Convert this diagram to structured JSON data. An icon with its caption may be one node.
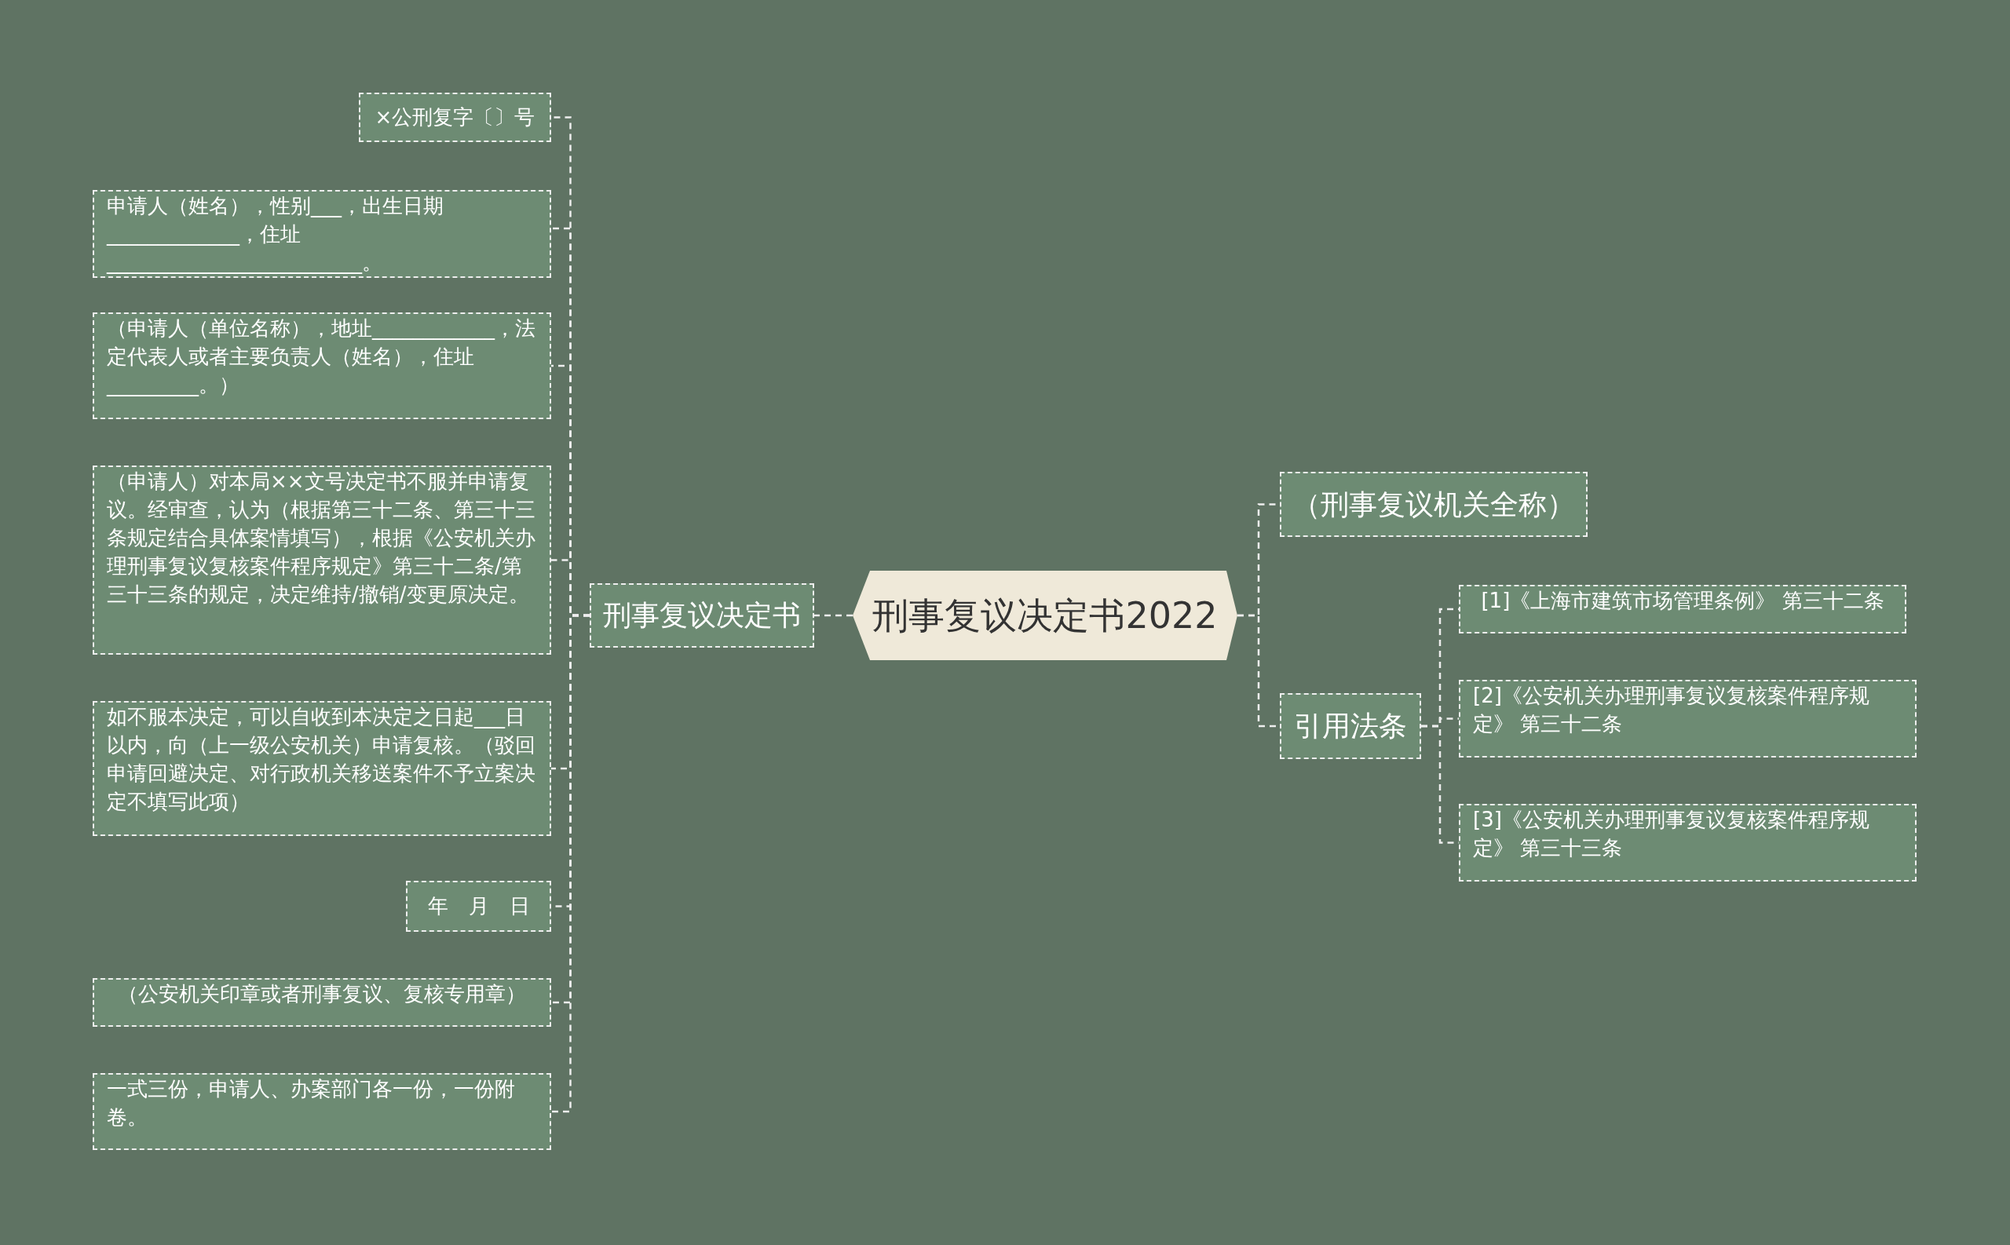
{
  "diagram": {
    "nodes": [
      {
        "text": [
          "刑事复议决定书2022"
        ]
      },
      {
        "text": [
          "刑事复议决定书"
        ]
      },
      {
        "text": [
          "×公刑复字〔〕号"
        ]
      },
      {
        "text": [
          "申请人（姓名），性别___，出生日期_____________，住址_________________________。"
        ]
      },
      {
        "text": [
          "（申请人（单位名称），地址____________，法定代表人或者主要负责人（姓名），住址_________。）"
        ]
      },
      {
        "text": [
          "（申请人）对本局××文号决定书不服并申请复议。经审查，认为（根据第三十二条、第三十三条规定结合具体案情填写），根据《公安机关办理刑事复议复核案件程序规定》第三十二条/第三十三条的规定，决定维持/撤销/变更原决定。"
        ]
      },
      {
        "text": [
          "如不服本决定，可以自收到本决定之日起___日以内，向（上一级公安机关）申请复核。（驳回申请回避决定、对行政机关移送案件不予立案决定不填写此项）"
        ]
      },
      {
        "text": [
          "年　月　日"
        ]
      },
      {
        "text": [
          "（公安机关印章或者刑事复议、复核专用章）"
        ]
      },
      {
        "text": [
          "一式三份，申请人、办案部门各一份，一份附卷。"
        ]
      },
      {
        "text": [
          "（刑事复议机关全称）"
        ]
      },
      {
        "text": [
          "引用法条"
        ]
      },
      {
        "text": [
          "[1]《上海市建筑市场管理条例》 第三十二条"
        ]
      },
      {
        "text": [
          "[2]《公安机关办理刑事复议复核案件程序规定》 第三十二条"
        ]
      },
      {
        "text": [
          "[3]《公安机关办理刑事复议复核案件程序规定》 第三十三条"
        ]
      }
    ],
    "edges": [
      {
        "from": 0,
        "to": 1,
        "arrow": "none"
      },
      {
        "from": 1,
        "to": 2,
        "arrow": "none"
      },
      {
        "from": 1,
        "to": 3,
        "arrow": "none"
      },
      {
        "from": 1,
        "to": 4,
        "arrow": "none"
      },
      {
        "from": 1,
        "to": 5,
        "arrow": "none"
      },
      {
        "from": 1,
        "to": 6,
        "arrow": "none"
      },
      {
        "from": 1,
        "to": 7,
        "arrow": "none"
      },
      {
        "from": 1,
        "to": 8,
        "arrow": "none"
      },
      {
        "from": 1,
        "to": 9,
        "arrow": "none"
      },
      {
        "from": 0,
        "to": 10,
        "arrow": "none"
      },
      {
        "from": 0,
        "to": 11,
        "arrow": "none"
      },
      {
        "from": 11,
        "to": 12,
        "arrow": "none"
      },
      {
        "from": 11,
        "to": 13,
        "arrow": "none"
      },
      {
        "from": 11,
        "to": 14,
        "arrow": "none"
      }
    ]
  }
}
